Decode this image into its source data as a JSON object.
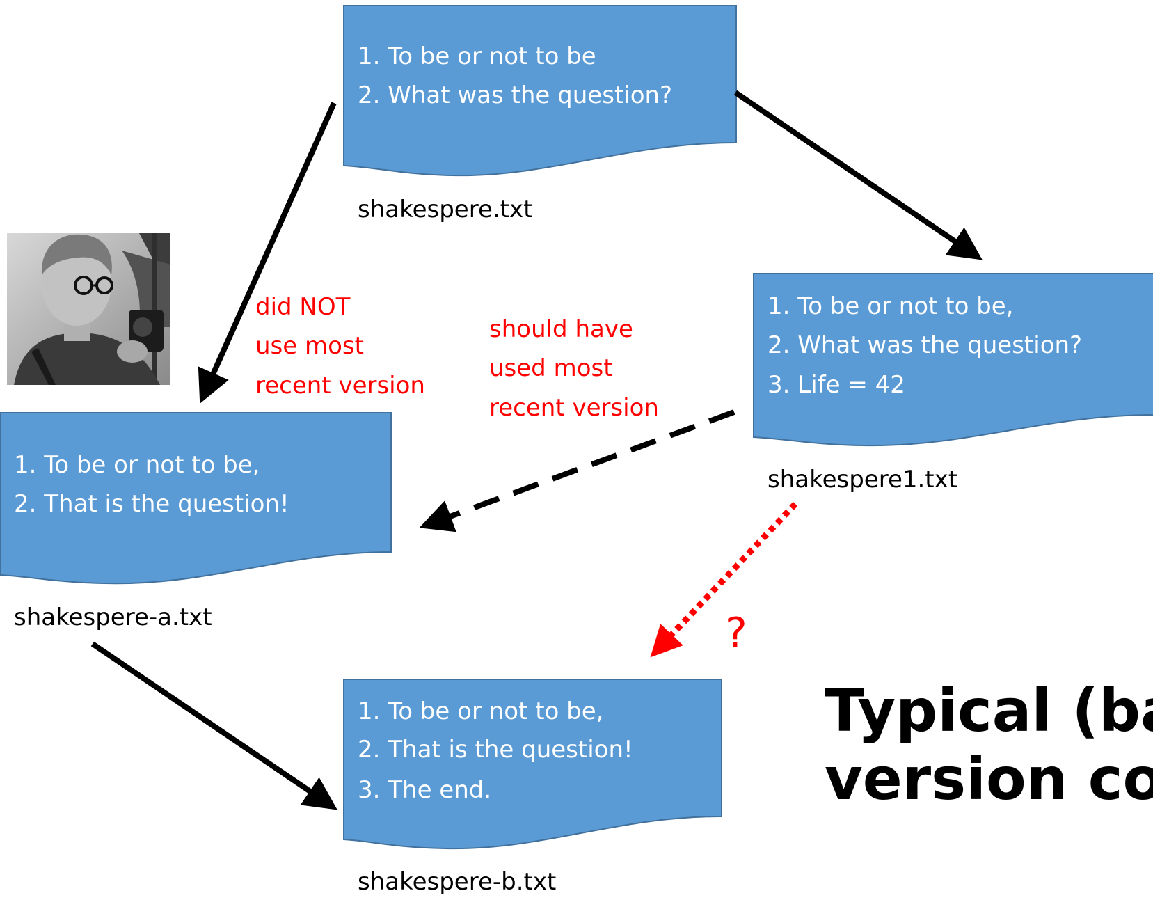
{
  "colors": {
    "document_fill": "#5b9bd5",
    "document_stroke": "#41719c",
    "note_red": "#ff0000",
    "arrow_black": "#000000"
  },
  "documents": {
    "original": {
      "lines": [
        "1. To be or not to be",
        "2. What was the question?"
      ],
      "filename": "shakespere.txt"
    },
    "version_1": {
      "lines": [
        "1. To be or not to be,",
        "2. What was the question?",
        "3. Life = 42"
      ],
      "filename": "shakespere1.txt"
    },
    "version_a": {
      "lines": [
        "1. To be or not to be,",
        "2. That is the question!"
      ],
      "filename": "shakespere-a.txt"
    },
    "version_b": {
      "lines": [
        "1. To be or not to be,",
        "2. That is the question!",
        "3. The end."
      ],
      "filename": "shakespere-b.txt"
    }
  },
  "notes": {
    "did_not": [
      "did NOT",
      "use most",
      "recent version"
    ],
    "should_have": [
      "should have",
      "used most",
      "recent version"
    ],
    "question_mark": "?"
  },
  "title": {
    "line1": "Typical (ba",
    "line2": "version cor"
  },
  "photo": {
    "icon": "person-photo-icon"
  }
}
